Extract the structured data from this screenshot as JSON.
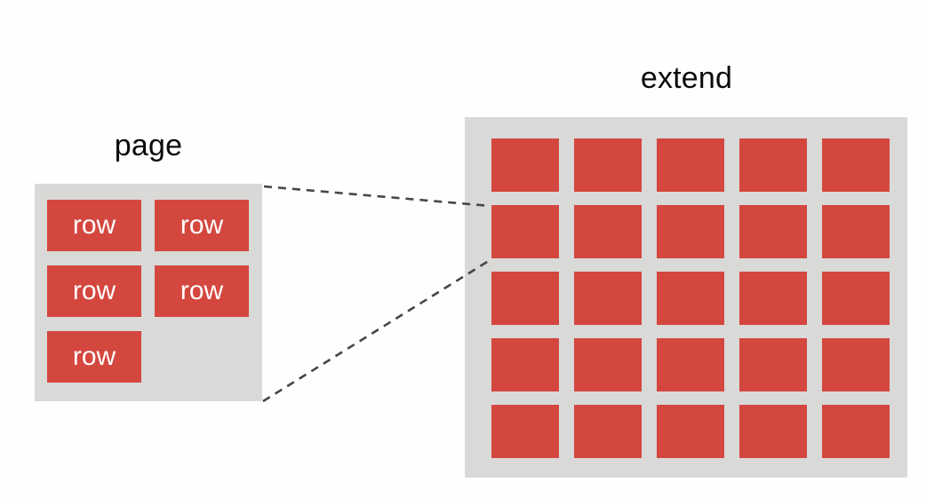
{
  "diagram": {
    "background_color": "#fefefd",
    "container_color": "#d9d9d8",
    "cell_color": "#d4473f",
    "cell_text_color": "#ffffff",
    "connector_color": "#45454a"
  },
  "page": {
    "label": "page",
    "rows": [
      {
        "label": "row"
      },
      {
        "label": "row"
      },
      {
        "label": "row"
      },
      {
        "label": "row"
      },
      {
        "label": "row"
      }
    ],
    "row_count": 5,
    "columns": 2
  },
  "extend": {
    "label": "extend",
    "grid_rows": 5,
    "grid_columns": 5,
    "cell_count": 25
  },
  "connectors": {
    "style": "dashed",
    "count": 2,
    "description": "two dashed lines from the page box edge to the extend grid"
  }
}
